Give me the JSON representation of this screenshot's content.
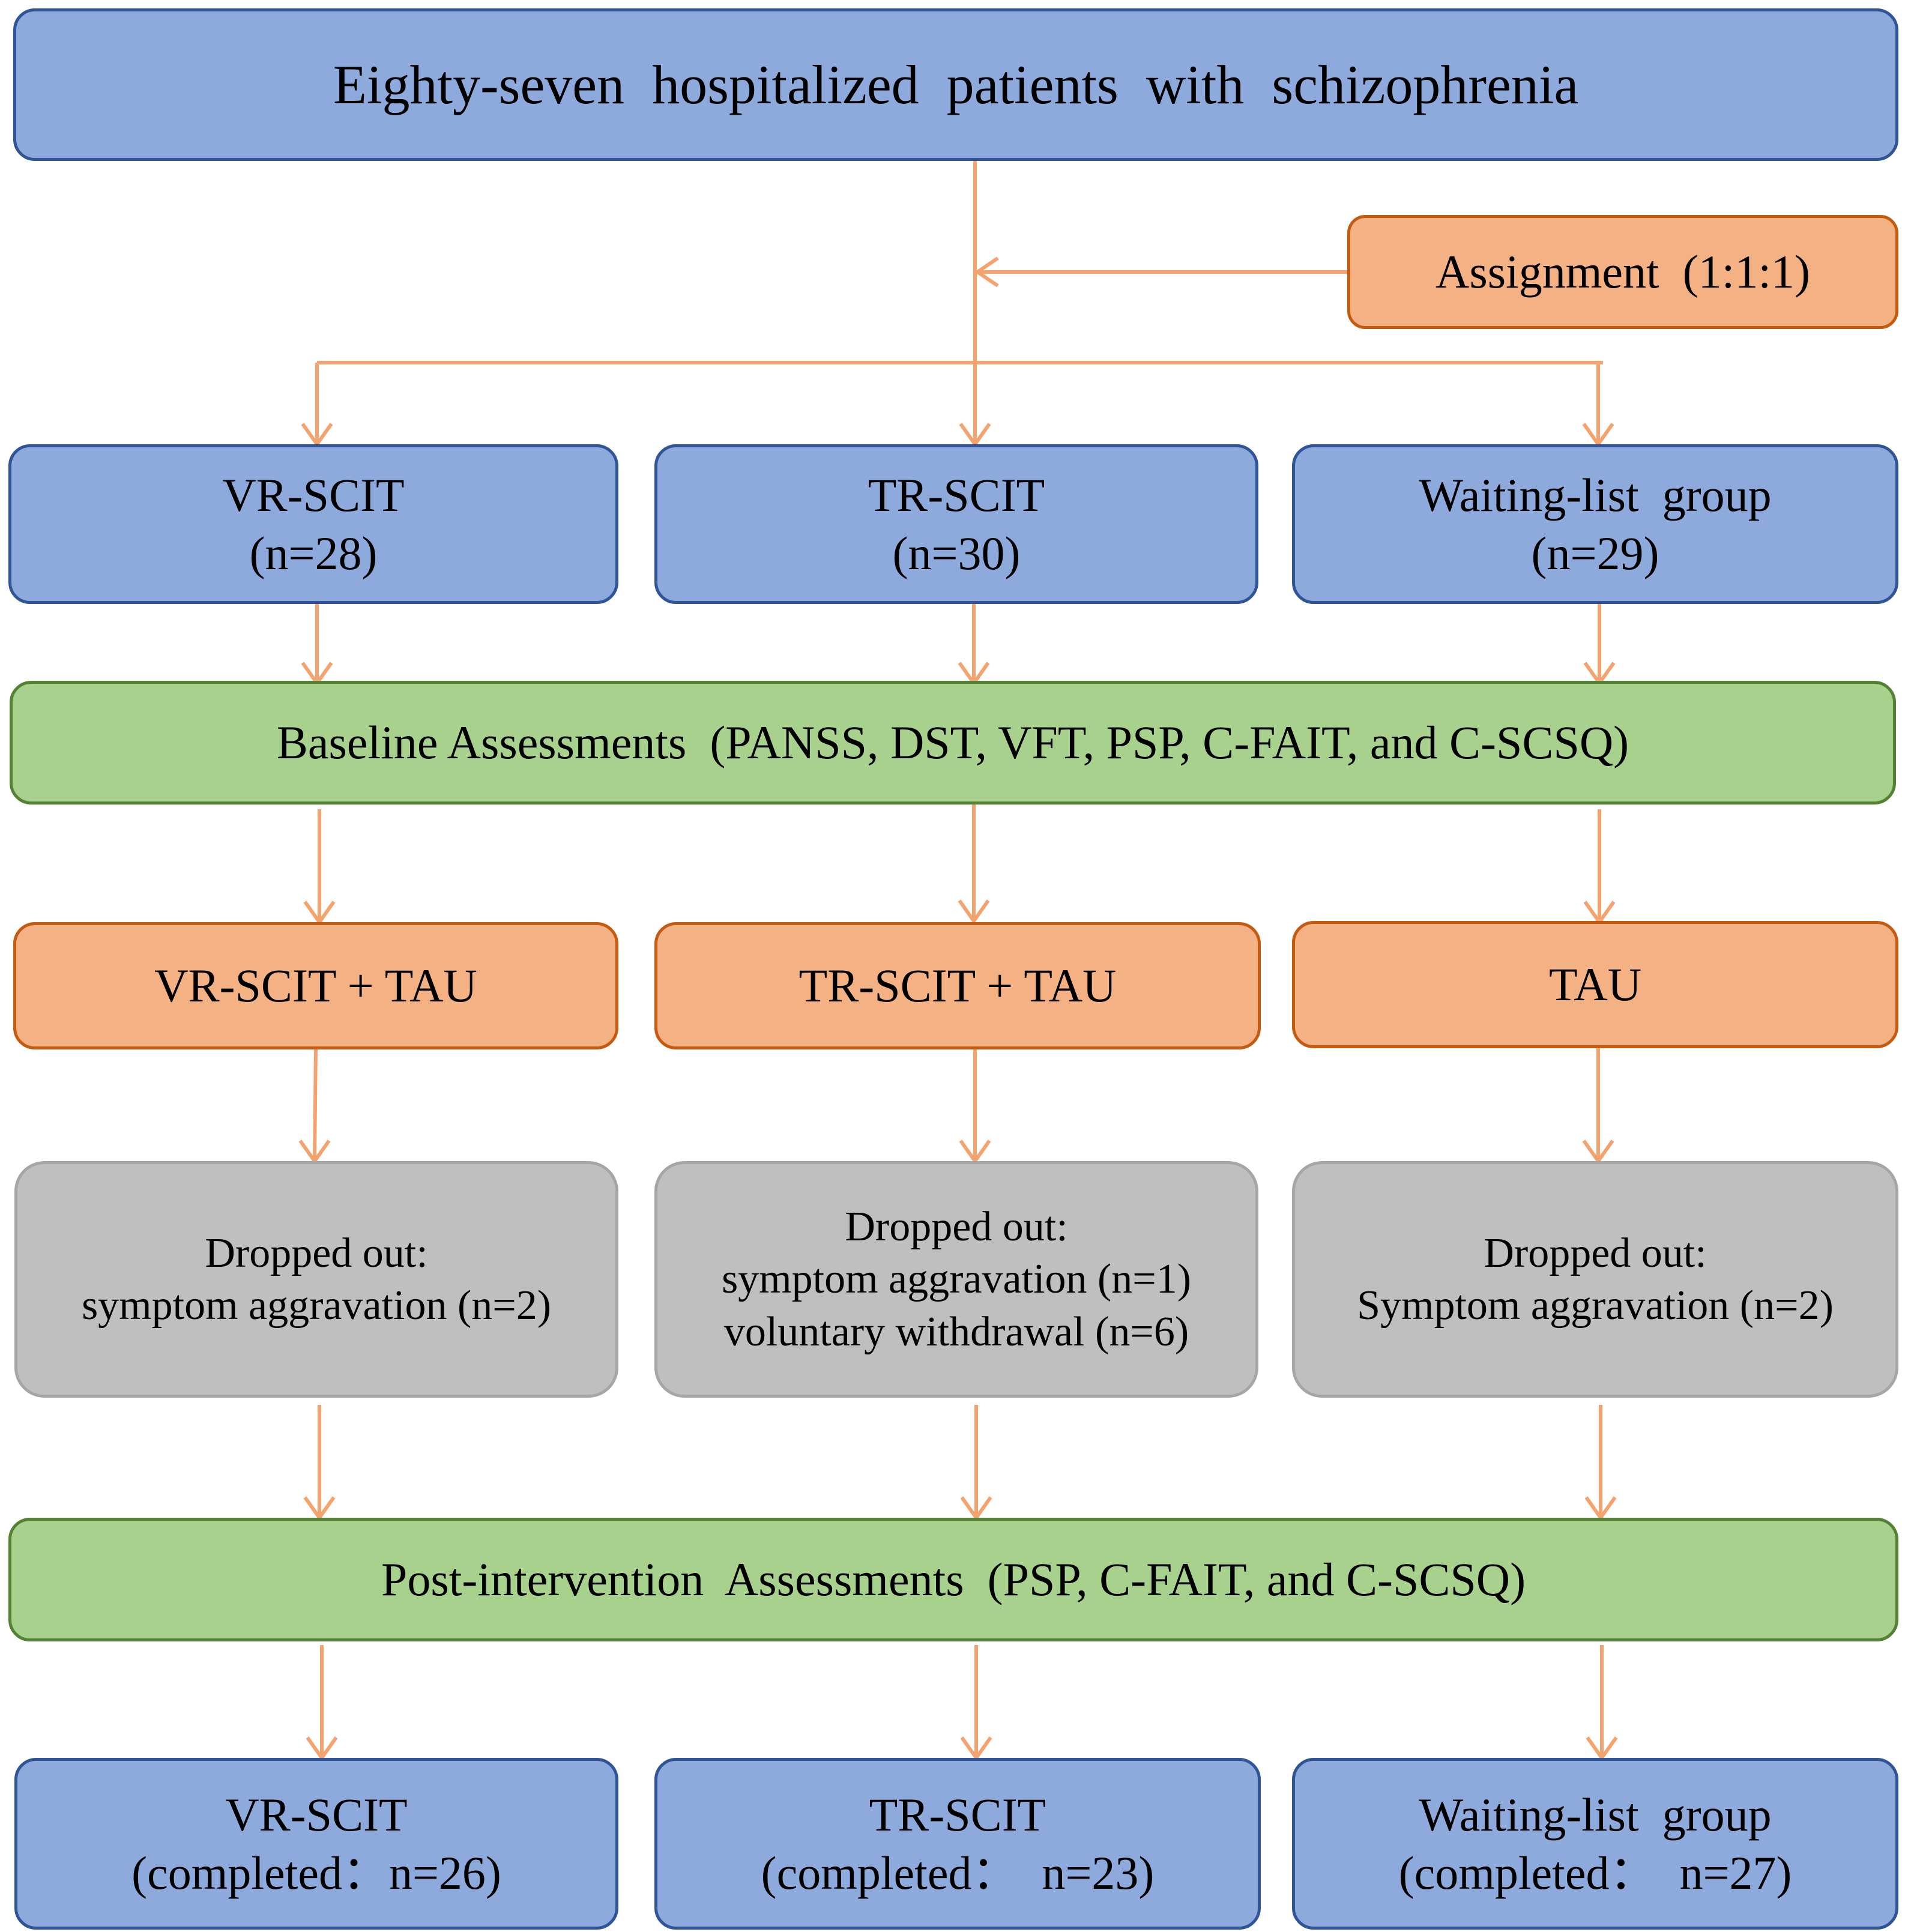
{
  "colors": {
    "blue_fill": "#8eaadc",
    "blue_border": "#2f5597",
    "orange_fill": "#f4b183",
    "orange_border": "#c55a11",
    "green_fill": "#a9d18e",
    "green_border": "#548235",
    "gray_fill": "#bfbfbf",
    "gray_border": "#a6a6a6",
    "arrow": "#f4a36e"
  },
  "top": {
    "title": "Eighty-seven  hospitalized  patients  with  schizophrenia"
  },
  "assignment": {
    "label": "Assignment  (1:1:1)"
  },
  "groups": [
    {
      "name": "VR-SCIT",
      "n": "(n=28)"
    },
    {
      "name": "TR-SCIT",
      "n": "(n=30)"
    },
    {
      "name": "Waiting-list  group",
      "n": "(n=29)"
    }
  ],
  "baseline": {
    "label": "Baseline Assessments  (PANSS, DST, VFT, PSP, C-FAIT, and C-SCSQ)"
  },
  "interventions": [
    {
      "label": "VR-SCIT + TAU"
    },
    {
      "label": "TR-SCIT + TAU"
    },
    {
      "label": "TAU"
    }
  ],
  "dropouts": [
    {
      "line1": "Dropped out:",
      "line2": "symptom aggravation (n=2)",
      "line3": ""
    },
    {
      "line1": "Dropped out:",
      "line2": "symptom aggravation (n=1)",
      "line3": "voluntary withdrawal (n=6)"
    },
    {
      "line1": "Dropped out:",
      "line2": "Symptom aggravation (n=2)",
      "line3": ""
    }
  ],
  "post": {
    "label": "Post-intervention  Assessments  (PSP, C-FAIT, and C-SCSQ)"
  },
  "completed": [
    {
      "name": "VR-SCIT",
      "n": "(completed：n=26)"
    },
    {
      "name": "TR-SCIT",
      "n": "(completed：  n=23)"
    },
    {
      "name": "Waiting-list  group",
      "n": "(completed：  n=27)"
    }
  ]
}
